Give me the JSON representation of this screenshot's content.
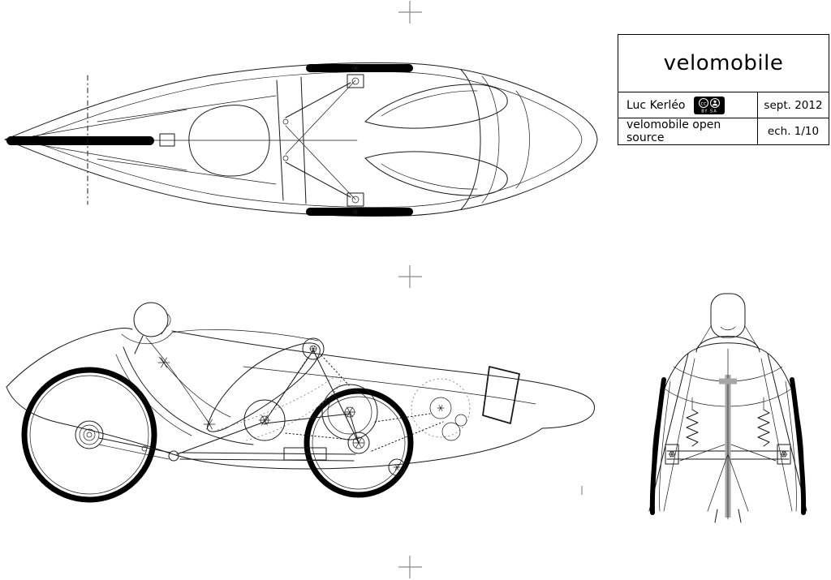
{
  "colors": {
    "ink": "#1a1a1a",
    "heavy_black": "#000000",
    "muted_gray": "#a6a6a6",
    "mark_gray": "#8a8a8a",
    "paper": "#ffffff"
  },
  "title_block": {
    "title": "velomobile",
    "author": "Luc Kerléo",
    "license_icon": "cc-by-sa-icon",
    "date": "sept. 2012",
    "project": "velomobile open source",
    "scale": "ech. 1/10"
  }
}
